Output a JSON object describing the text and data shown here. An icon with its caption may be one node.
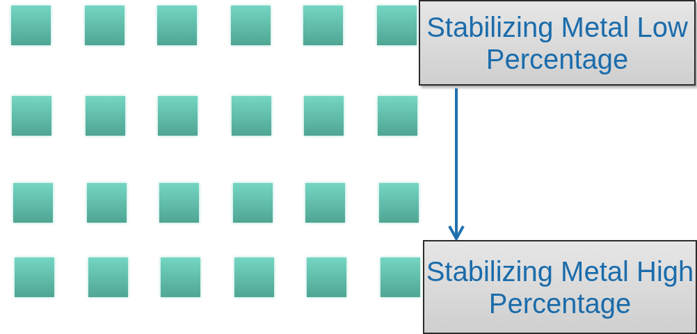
{
  "diagram": {
    "nodes": [
      {
        "text": [
          "Stabilizing Metal Low Percentage"
        ]
      },
      {
        "text": [
          "Stabilizing Metal High Percentage"
        ]
      }
    ],
    "edges": [
      {
        "from": 0,
        "to": 1,
        "arrow": "to"
      }
    ]
  }
}
